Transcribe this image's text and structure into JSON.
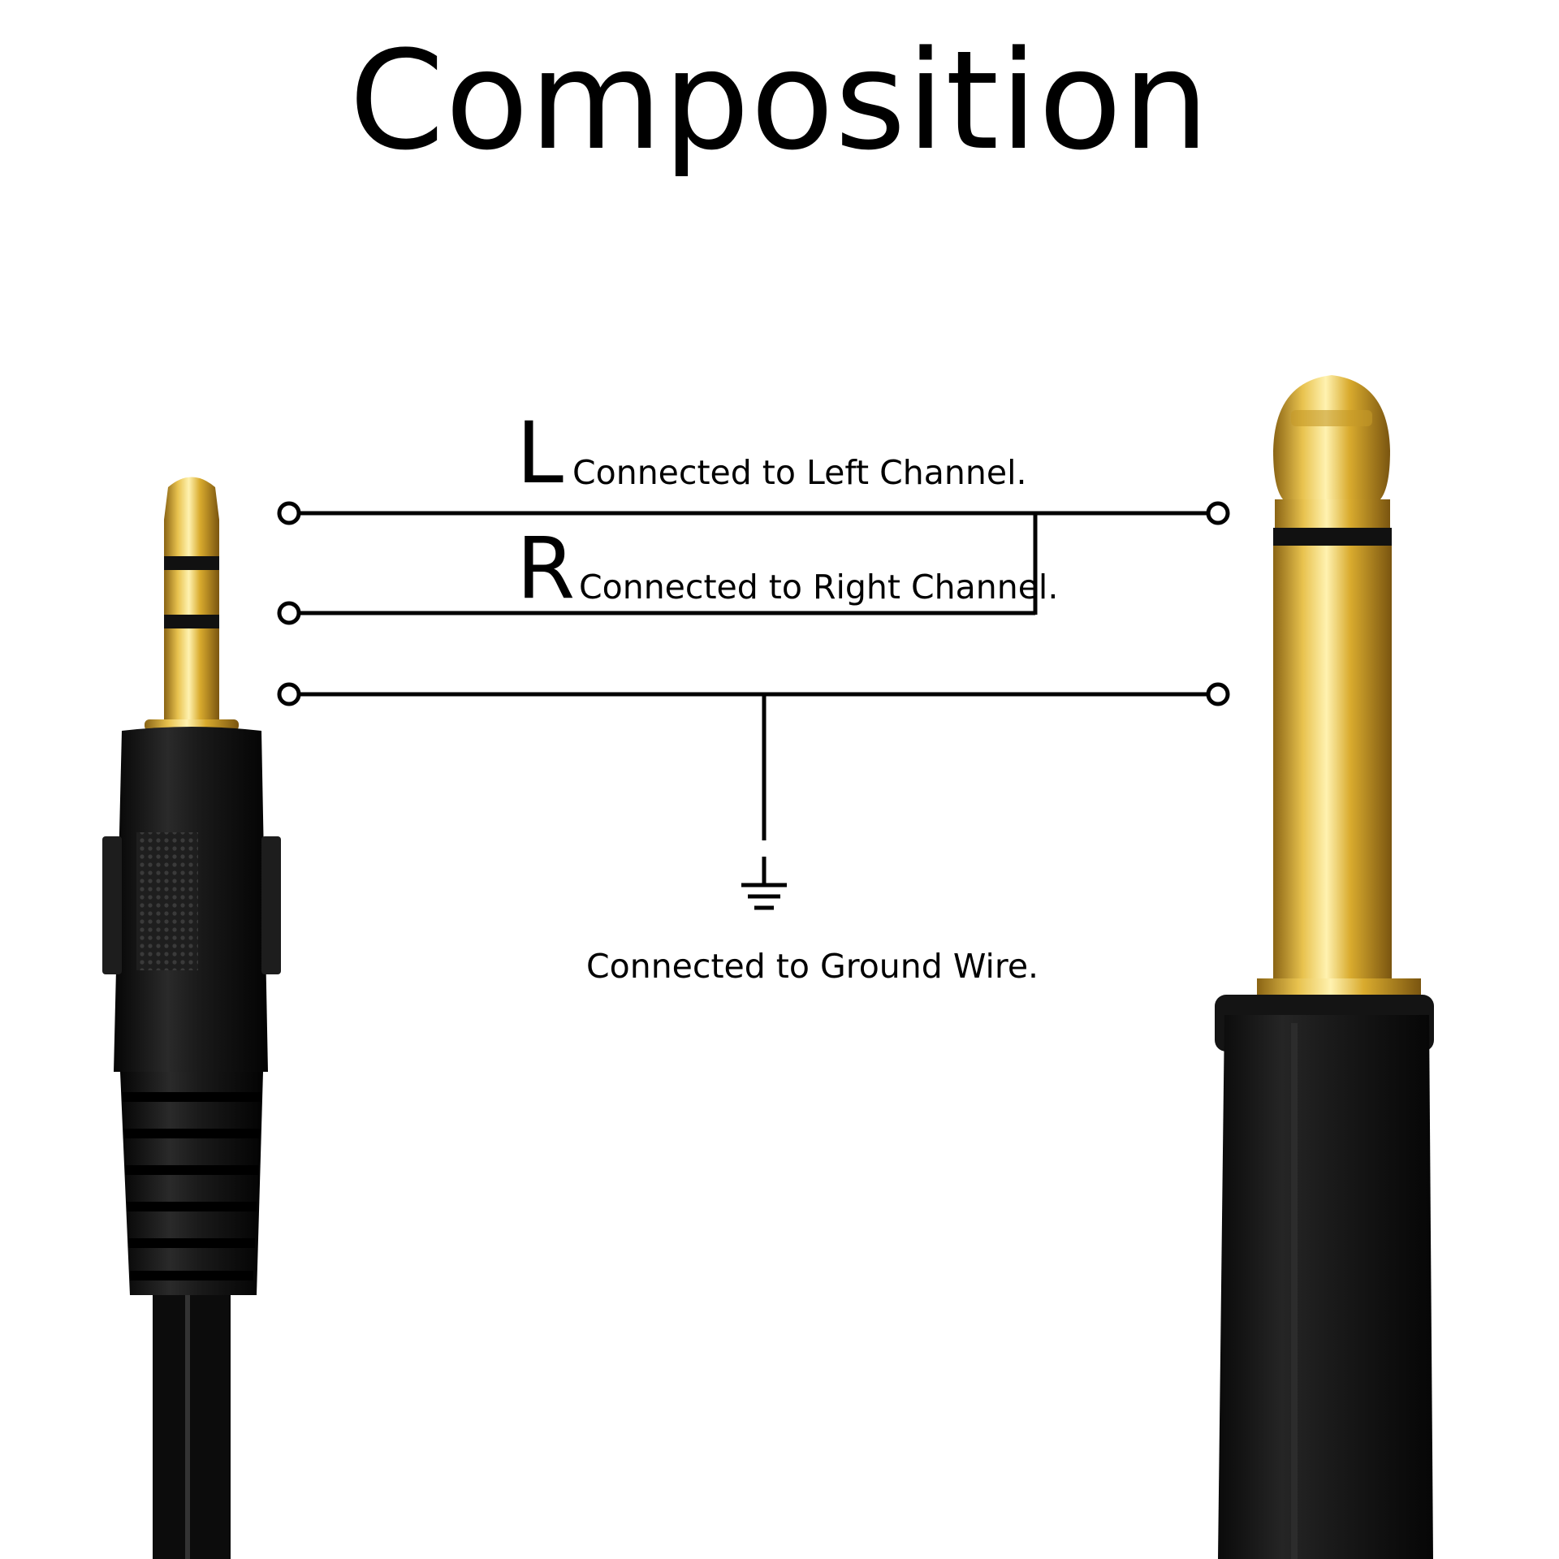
{
  "title": "Composition",
  "left_channel": {
    "letter": "L",
    "caption": "Connected to Left Channel."
  },
  "right_channel": {
    "letter": "R",
    "caption": "Connected to Right Channel."
  },
  "ground": {
    "caption": "Connected to Ground Wire."
  },
  "colors": {
    "background": "#ffffff",
    "line": "#000000",
    "plug_gold": "#d9b03a",
    "plug_gold_highlight": "#f6e08a",
    "plug_black": "#151515"
  },
  "icons": [
    "ground-symbol-icon",
    "terminal-dot-icon",
    "stereo-3.5mm-plug-icon",
    "mono-6.35mm-plug-icon"
  ]
}
